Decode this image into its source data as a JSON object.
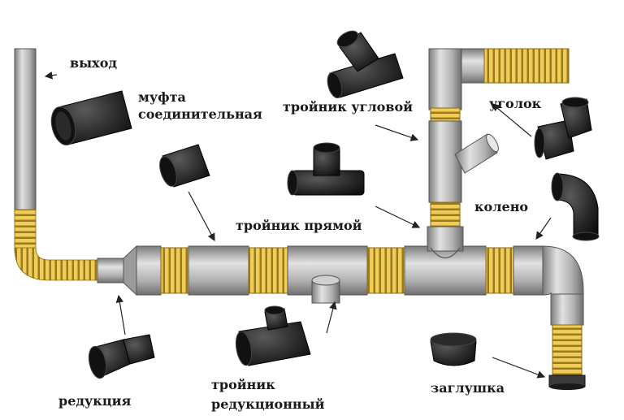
{
  "diagram": {
    "labels": {
      "vyhod": "выход",
      "mufta_line1": "муфта",
      "mufta_line2": "соединительная",
      "troynik_uglovoy": "тройник угловой",
      "ugolok": "уголок",
      "troynik_pryamoy": "тройник прямой",
      "koleno": "колено",
      "redukciya": "редукция",
      "troynik_red_line1": "тройник",
      "troynik_red_line2": "редукционный",
      "zaglushka": "заглушка"
    },
    "colors": {
      "pipe_gray": "#b4b4b4",
      "corrugation_yellow": "#e8c24a",
      "fitting_black": "#222222",
      "text": "#1a1a1a"
    }
  }
}
